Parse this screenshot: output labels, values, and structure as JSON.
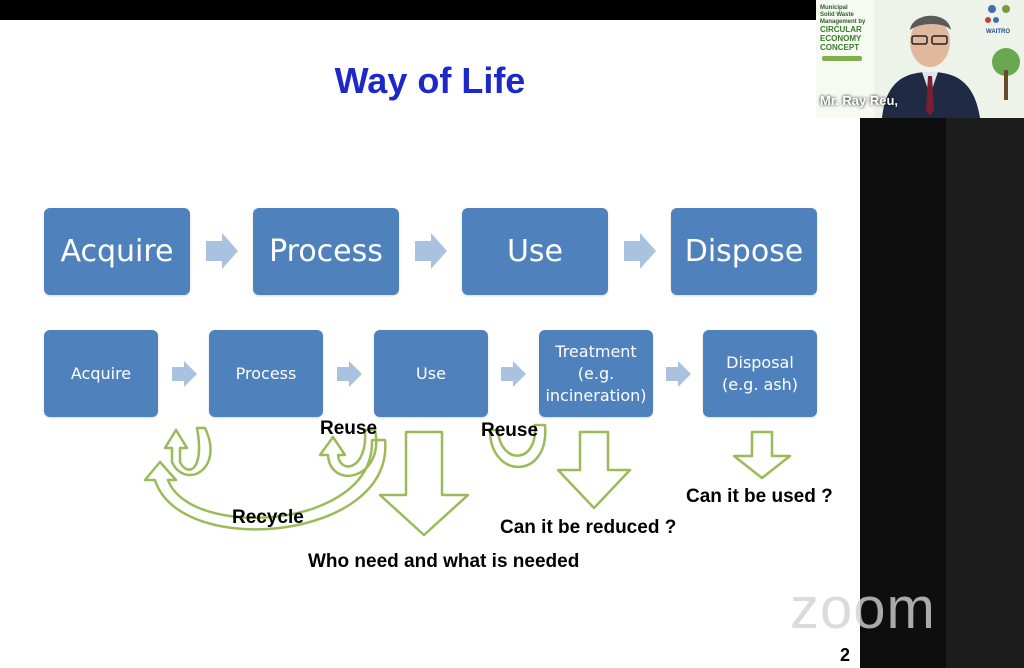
{
  "slide": {
    "title": "Way of Life",
    "page_number": "2",
    "row1": [
      "Acquire",
      "Process",
      "Use",
      "Dispose"
    ],
    "row2": {
      "acquire": "Acquire",
      "process": "Process",
      "use": "Use",
      "treatment_line1": "Treatment",
      "treatment_line2": "(e.g.",
      "treatment_line3": "incineration)",
      "disposal_line1": "Disposal",
      "disposal_line2": "(e.g. ash)"
    },
    "labels": {
      "reuse1": "Reuse",
      "reuse2": "Reuse",
      "recycle": "Recycle",
      "who_need": "Who need and what is needed",
      "reduced": "Can it be reduced ?",
      "used": "Can it be used ?"
    },
    "colors": {
      "title": "#1c28c8",
      "box": "#4f81bd",
      "arrow": "#a9c2e0",
      "curve": "#9bbb59"
    }
  },
  "video": {
    "name": "Mr. Ray Reu,",
    "banner_lines": [
      "Municipal",
      "Solid Waste",
      "Management by",
      "CIRCULAR",
      "ECONOMY",
      "CONCEPT"
    ],
    "logo_text": "WAITRO"
  },
  "zoom_watermark": "zoom"
}
